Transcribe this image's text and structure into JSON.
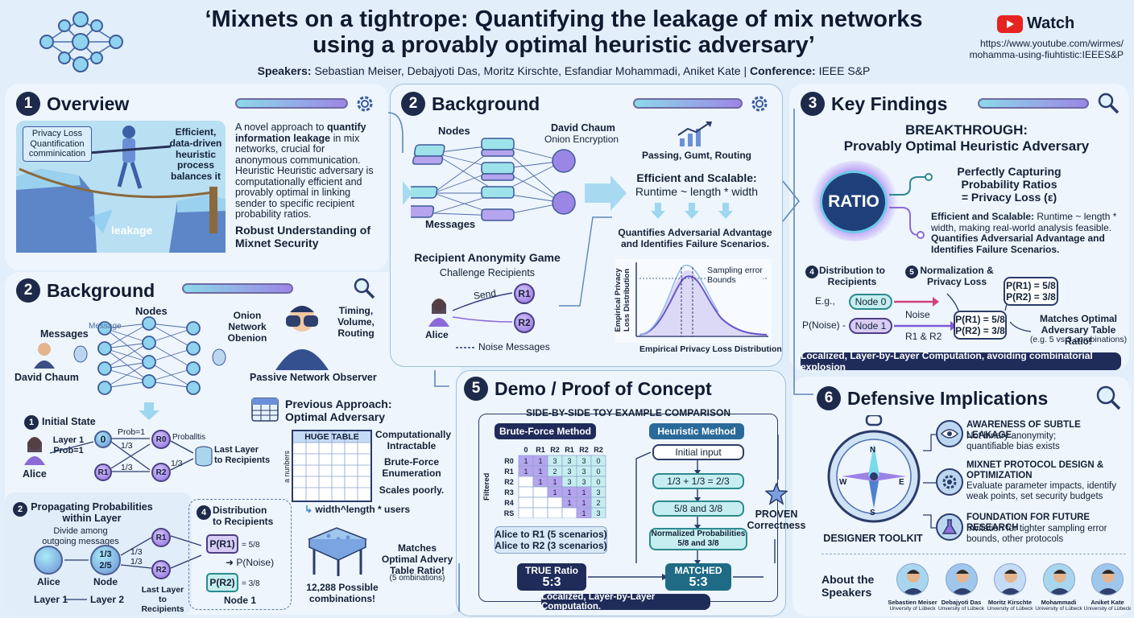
{
  "header": {
    "title_line1": "‘Mixnets on a tightrope: Quantifying the leakage of mix networks",
    "title_line2": "using a provably optimal heuristic adversary’",
    "speakers_label": "Speakers:",
    "speakers": "Sebastian Meiser, Debajyoti Das, Moritz Kirschte, Esfandiar Mohammadi, Aniket Kate",
    "conference_label": "Conference:",
    "conference": "IEEE S&P",
    "watch": "Watch",
    "url_line1": "https://www.youtube.com/wirmes/",
    "url_line2": "mohamma-using-fiuhtistic:IEEES&P"
  },
  "overview": {
    "num": "1",
    "title": "Overview",
    "label_box": "Privacy Loss\nQuantification\ncomminication",
    "label_right": "Efficient,\ndata-driven\nheuristic\nprocess\nbalances it",
    "leakage": "leakage",
    "desc_pre": "A novel approach to ",
    "desc_bold": "quantify information leakage",
    "desc_post": " in mix networks, crucial for anonymous communication. Heuristic Heuristic adversary is computationally efficient and provably optimal in linking sender to specific recipient probability ratios.",
    "robust": "Robust Understanding of Mixnet Security"
  },
  "background_left": {
    "num": "2",
    "title": "Background",
    "nodes": "Nodes",
    "messages": "Messages",
    "message": "Message",
    "david": "David Chaum",
    "onion": "Onion\nNetwork\nObenion",
    "observer": "Passive Network Observer",
    "timing": "Timing,\nVolume,\nRouting",
    "initial_num": "1",
    "initial": "Initial State",
    "layer1": "Layer 1\nProb=1",
    "prob1": "Prob=1",
    "third_a": "1/3",
    "third_b": "1/3",
    "third_c": "1/3",
    "probalities": "Proballtis",
    "last_layer": "Last Layer\nto Recipients",
    "alice": "Alice",
    "n0": "0",
    "r0": "R0",
    "r1": "R1",
    "r2": "R2",
    "prev_title": "Previous Approach:\nOptimal Adversary",
    "huge_table": "HUGE TABLE",
    "side_label": "sɹǝqunu ɐ",
    "comp": "Computationally\nIntractable",
    "brute": "Brute-Force\nEnumeration",
    "scales": "Scales poorly.",
    "formula": "width^length * users",
    "prop_num": "2",
    "prop_title": "Propagating Probabilities\nwithin Layer",
    "divide": "Divide among\noutgoing messages",
    "alice2": "Alice",
    "node": "Node",
    "frac_top": "1/3",
    "frac_bot": "2/5",
    "third_d": "1/3",
    "third_e": "1/3",
    "last_layer2": "Last Layer\nto Recipients",
    "layer_1": "Layer 1",
    "layer_2": "Layer 2",
    "dist_num": "4",
    "dist_title": "Distribution\nto Recipients",
    "pr1": "P(R1)",
    "pr1_val": "= 5/8",
    "pnoise": "P(Noise)",
    "pr2": "P(R2)",
    "pr2_val": "= 3/8",
    "node1": "Node 1",
    "combos": "12,288 Possible\ncombinations!",
    "matches": "Matches\nOptimal Advery\nTable Ratio!",
    "matches_sub": "(5 ombinations)"
  },
  "background_mid": {
    "num": "2",
    "title": "Background",
    "nodes": "Nodes",
    "messages": "Messages",
    "david": "David Chaum",
    "onion": "Onion Encryption",
    "game_title": "Recipient Anonymity Game",
    "game_sub": "Challenge Recipients",
    "send": "Send",
    "alice": "Alice",
    "r1": "R1",
    "r2": "R2",
    "noise": "Noise Messages",
    "passing": "Passing, Gumt, Routing",
    "eff_title": "Efficient and Scalable:",
    "eff_formula": "Runtime ~ length * width",
    "quantifies": "Quantifies Adversarial Advantage\nand Identifies Failure Scenarios.",
    "ylabel": "Empirical Privacy\nLoss Distribution",
    "sampling": "Sampling error\nBounds",
    "xlabel": "Empirical Privacy Loss Distribution"
  },
  "findings": {
    "num": "3",
    "title": "Key Findings",
    "breakthrough": "BREAKTHROUGH:",
    "subtitle": "Provably Optimal Heuristic Adversary",
    "ratio": "RATIO",
    "capturing": "Perfectly Capturing\nProbability Ratios\n= Privacy Loss (ε)",
    "eff_label": "Efficient and Scalable:",
    "eff_text": " Runtime ~ length * width, making real-world analysis feasible. ",
    "eff_bold2": "Quantifies Adversarial Advantage and Identifies Failure Scenarios.",
    "d_num": "4",
    "d_title": "Distribution to\nRecipients",
    "n_num": "5",
    "n_title": "Normalization &\nPrivacy Loss",
    "eg": "E.g.,",
    "node0": "Node 0",
    "pnoise": "P(Noise) -",
    "node1": "Node 1",
    "noise": "Noise",
    "r1r2": "R1 & R2",
    "pr_mid": "P(R1) = 5/8\nP(R2) = 3/8",
    "pr_top": "P(R1) = 5/8\nP(R2) = 3/8",
    "matches": "Matches Optimal\nAdversary Table Ratio!",
    "matches_sub": "(e.g. 5 vs 3 combinations)",
    "banner": "Localized, Layer-by-Layer Computation, avoiding combinatorial explosion"
  },
  "demo": {
    "num": "5",
    "title": "Demo / Proof of Concept",
    "compare": "SIDE-BY-SIDE TOY EXAMPLE COMPARISON",
    "brute_label": "Brute-Force Method",
    "heur_label": "Heuristic Method",
    "cols": [
      "0",
      "R1",
      "R2",
      "R1",
      "R2",
      "R2"
    ],
    "rows": [
      "R0",
      "R1",
      "R2",
      "R3",
      "R4",
      "RS"
    ],
    "cells": [
      [
        "1",
        "1",
        "3",
        "3",
        "3",
        "0"
      ],
      [
        "1",
        "1",
        "2",
        "3",
        "3",
        "0"
      ],
      [
        "",
        "1",
        "1",
        "3",
        "3",
        "0"
      ],
      [
        "",
        "",
        "1",
        "1",
        "1",
        "3"
      ],
      [
        "",
        "",
        "",
        "1",
        "1",
        "2"
      ],
      [
        "",
        "",
        "",
        "",
        "1",
        "3"
      ]
    ],
    "filtered": "Filtered",
    "alice_r1": "Alice to R1 (5 scenarios)",
    "alice_r2": "Alice to R2 (3 scenarios)",
    "true_ratio": "TRUE Ratio",
    "true_val": "5:3",
    "initial": "Initial input",
    "step1": "1/3 + 1/3 = 2/3",
    "step2": "5/8 and 3/8",
    "step3": "Normalized Probabilities\n5/8 and 3/8",
    "matched": "MATCHED",
    "matched_val": "5:3",
    "proven": "PROVEN\nCorrectness",
    "banner": "Localized, Layer-by-Layer Computation."
  },
  "defensive": {
    "num": "6",
    "title": "Defensive Implications",
    "toolkit": "DESIGNER TOOLKIT",
    "compass": [
      "N",
      "E",
      "S",
      "W"
    ],
    "items": [
      {
        "title": "AWARENESS OF SUBTLE LEAKAGE",
        "text": "Not binary anonymity; quantifiable bias exists"
      },
      {
        "title": "MIXNET PROTOCOL DESIGN &\nOPTIMIZATION",
        "text": "Evaluate parameter impacts, identify weak points, set security budgets"
      },
      {
        "title": "FOUNDATION FOR FUTURE RESEARCH",
        "text": "Invitation for tighter sampling error bounds, other protocols"
      }
    ],
    "about": "About the\nSpeakers",
    "speakers": [
      {
        "name": "Sebastien Meiser",
        "aff": "Unversity of Lübeck"
      },
      {
        "name": "Debajyoti Das",
        "aff": "Unversity of Lübeck"
      },
      {
        "name": "Moritz Kirschte",
        "aff": "Unversity of Lübeck"
      },
      {
        "name": "Mohammadi",
        "aff": "University of Lübeck"
      },
      {
        "name": "Aniket Kate",
        "aff": "University of Lübeck"
      }
    ]
  }
}
